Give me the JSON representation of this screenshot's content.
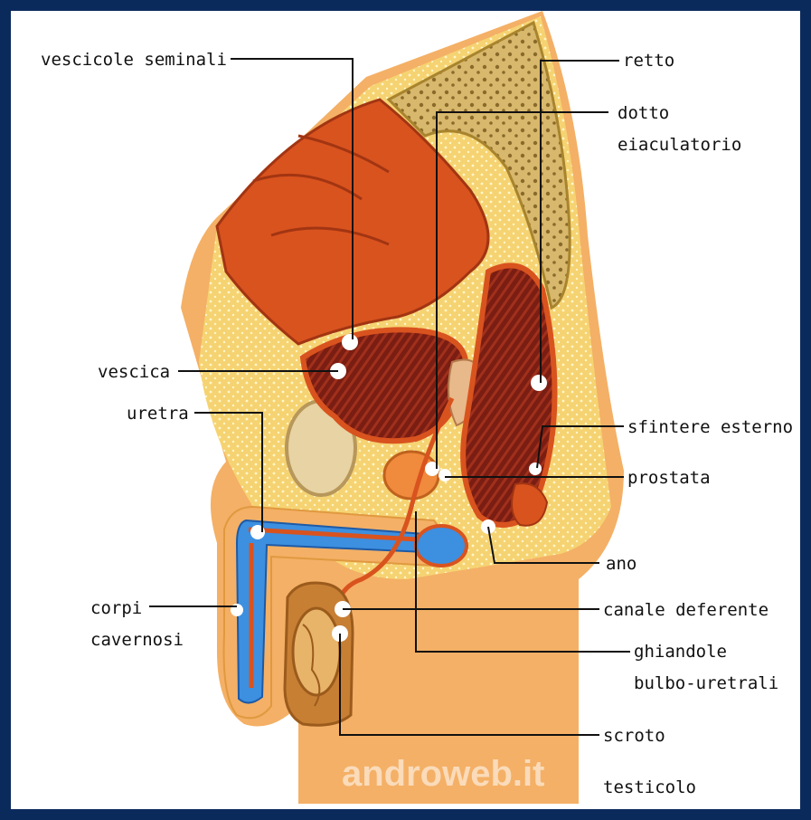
{
  "labels": {
    "vescicole_seminali": "vescicole seminali",
    "retto": "retto",
    "dotto_1": "dotto",
    "dotto_2": "eiaculatorio",
    "vescica": "vescica",
    "uretra": "uretra",
    "sfintere_esterno": "sfintere esterno",
    "prostata": "prostata",
    "ano": "ano",
    "corpi_1": "corpi",
    "corpi_2": "cavernosi",
    "canale_deferente": "canale deferente",
    "ghiandole_1": "ghiandole",
    "ghiandole_2": "bulbo-uretrali",
    "scroto": "scroto",
    "testicolo": "testicolo"
  },
  "watermark": "androweb.it",
  "colors": {
    "frame": "#0b2a5c",
    "skin": "#f4b066",
    "fat": "#f6d372",
    "muscle": "#d9531f",
    "rectum": "#7a1d12",
    "bladder": "#8b2414",
    "bone": "#c9a257",
    "blood_blue": "#3d8fe0"
  }
}
